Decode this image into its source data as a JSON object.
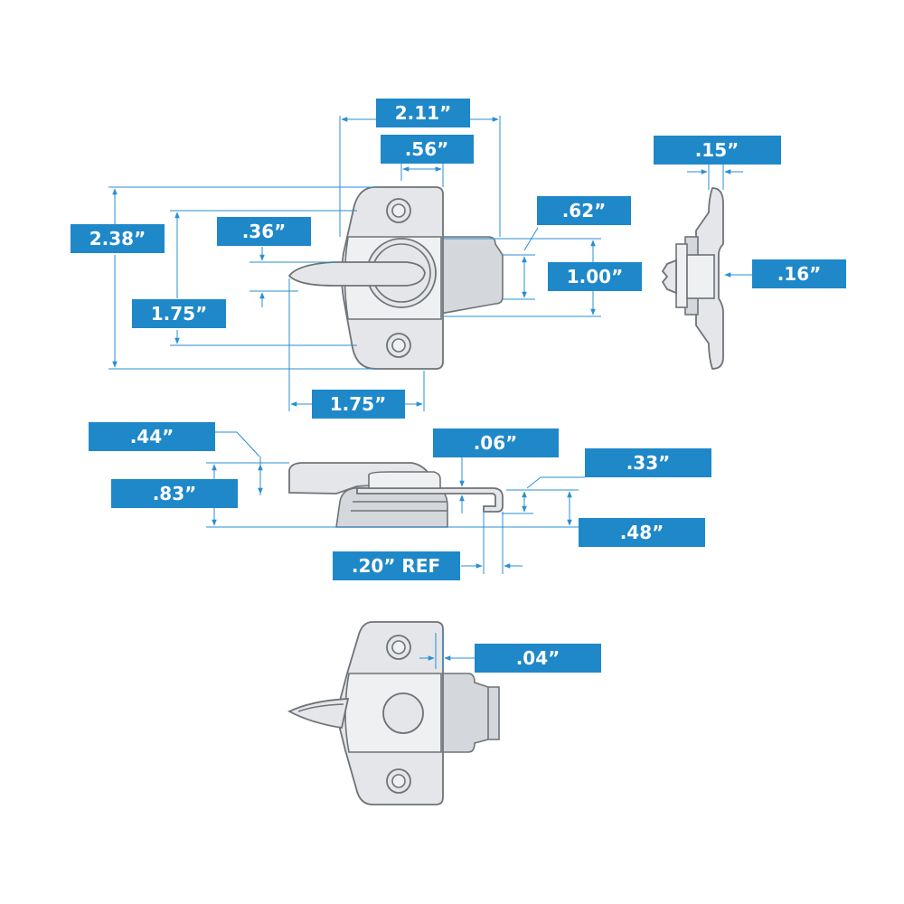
{
  "dimensions": {
    "top_width": "2.11”",
    "top_center": ".56”",
    "overall_height": "2.38”",
    "hole_spacing": "1.75”",
    "handle_offset": ".36”",
    "keeper_tab": ".62”",
    "tongue_height": "1.00”",
    "handle_length": "1.75”",
    "side_thickness": ".15”",
    "side_boss": ".16”",
    "lever_height": ".44”",
    "overall_profile": ".83”",
    "hook_gap": ".06”",
    "hook_height": ".33”",
    "body_height": ".48”",
    "hook_ref": ".20” REF",
    "bottom_offset": ".04”"
  },
  "colors": {
    "label_bg": "#1e88c9",
    "label_text": "#ffffff",
    "dimension_line": "#2a8fd0",
    "part_fill": "#e4e6e9",
    "part_outline": "#6f7377"
  }
}
